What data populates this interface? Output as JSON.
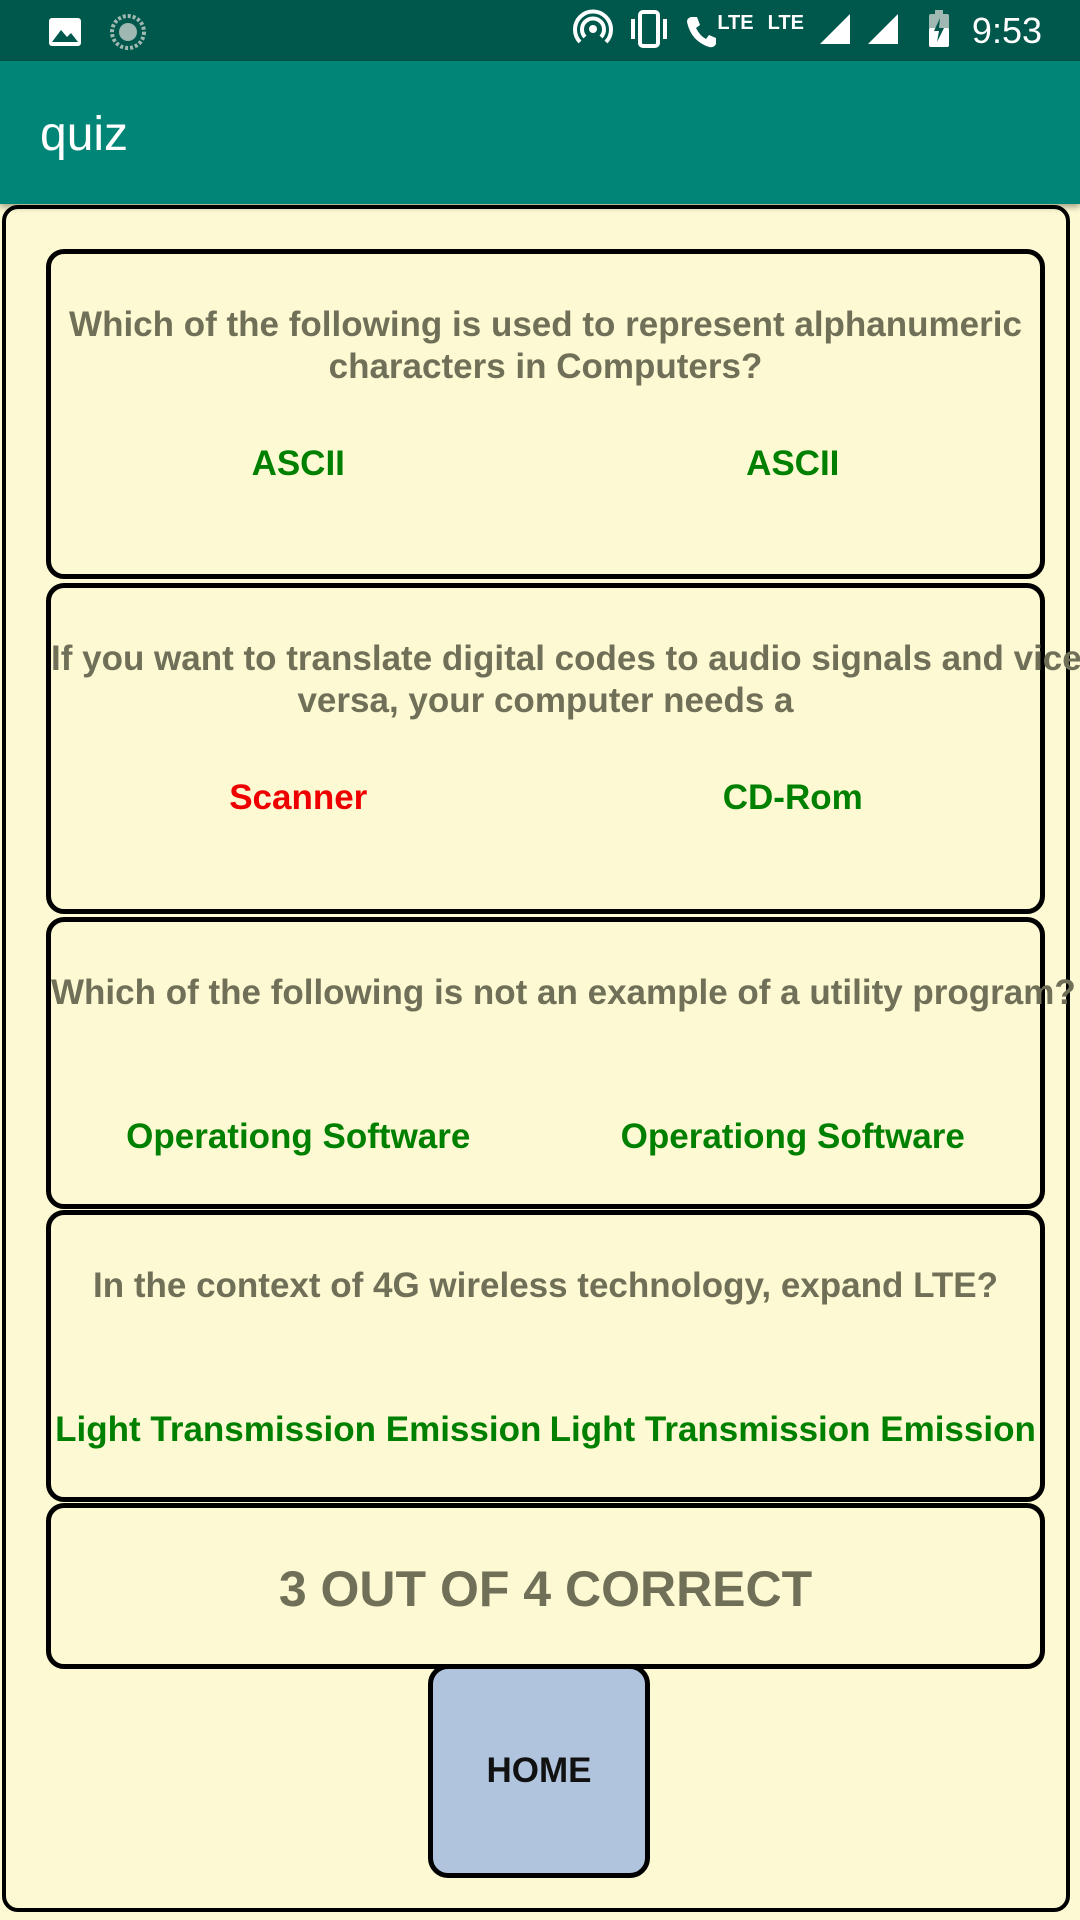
{
  "status_bar": {
    "time": "9:53",
    "lte_label_1": "LTE",
    "lte_label_2": "LTE",
    "icons": [
      "image-icon",
      "sync-icon",
      "hotspot-icon",
      "vibrate-icon",
      "phone-lte-icon",
      "signal-icon",
      "signal-icon",
      "battery-charging-icon"
    ]
  },
  "app_bar": {
    "title": "quiz",
    "color": "#008577",
    "status_color": "#00574b"
  },
  "quiz": {
    "questions": [
      {
        "text_line1": "Which of the following is used to represent alphanumeric",
        "text_line2": "characters in Computers?",
        "your_answer": "ASCII",
        "correct_answer": "ASCII",
        "your_answer_correct": true
      },
      {
        "text_line1": "If you want to translate digital codes to audio signals and vice",
        "text_line2": "versa, your computer needs a",
        "your_answer": "Scanner",
        "correct_answer": "CD-Rom",
        "your_answer_correct": false
      },
      {
        "text_line1": "Which of the following is not an example of a utility program?",
        "your_answer": "Operationg Software",
        "correct_answer": "Operationg Software",
        "your_answer_correct": true
      },
      {
        "text_line1": "In the context of 4G wireless technology, expand LTE?",
        "your_answer": "Light Transmission Emission",
        "correct_answer": "Light Transmission Emission",
        "your_answer_correct": true
      }
    ],
    "score": "3 OUT OF 4 CORRECT",
    "home_label": "HOME"
  },
  "colors": {
    "background": "#fdf9d3",
    "correct": "#008000",
    "wrong": "#ee0000",
    "question_text": "#707058",
    "home_button": "#b0c4de"
  }
}
